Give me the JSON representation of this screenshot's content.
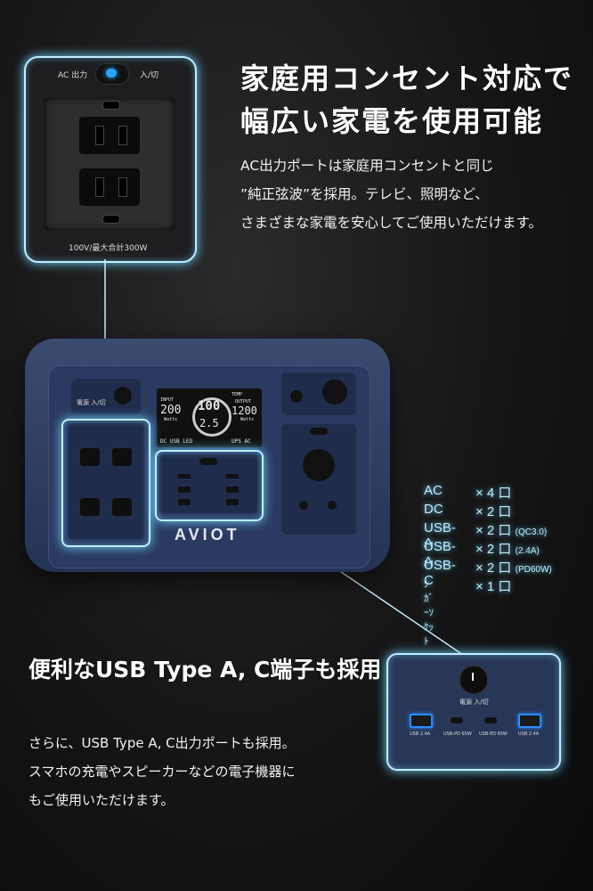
{
  "headline1": {
    "line1": "家庭用コンセント対応で",
    "line2": "幅広い家電を使用可能"
  },
  "description1": {
    "line1": "AC出力ポートは家庭用コンセントと同じ",
    "line2": "”純正弦波”を採用。テレビ、照明など、",
    "line3": "さまざまな家電を安心してご使用いただけます。"
  },
  "ac_panel": {
    "ac_out_label": "AC 出力",
    "on_off_label": "入/切",
    "rating": "100V/最大合計300W"
  },
  "device": {
    "brand": "AVIOT",
    "power_label": "電源 入/切",
    "display": {
      "input_label": "INPUT",
      "input_value": "200",
      "input_unit": "Watts",
      "battery_percent": "100",
      "temp_label": "TEMP",
      "output_label": "OUTPUT",
      "output_value": "1200",
      "output_unit": "Watts",
      "bottom_left": "DC USB LED",
      "bottom_right": "UPS AC",
      "time_value": "2.5"
    }
  },
  "specs": [
    {
      "port": "AC",
      "count": "× 4 口",
      "note": ""
    },
    {
      "port": "DC",
      "count": "× 2 口",
      "note": ""
    },
    {
      "port": "USB-A",
      "count": "× 2 口",
      "note": "(QC3.0)"
    },
    {
      "port": "USB-A",
      "count": "× 2 口",
      "note": "(2.4A)"
    },
    {
      "port": "USB-C",
      "count": "× 2 口",
      "note": "(PD60W)"
    },
    {
      "port": "ｼｶﾞｰｿｹｯﾄ",
      "count": "× 1 口",
      "note": ""
    }
  ],
  "headline2": "便利なUSB Type A, C端子も採用",
  "description2": {
    "line1": "さらに、USB Type A, C出力ポートも採用。",
    "line2": "スマホの充電やスピーカーなどの電子機器に",
    "line3": "もご使用いただけます。"
  },
  "usb_panel": {
    "power_label": "電源 入/切",
    "ports": [
      "USB 2.4A",
      "USB-PD 65W",
      "USB-PD 65W",
      "USB 2.4A"
    ]
  },
  "colors": {
    "glow": "#6fd3ff",
    "device_body": "#2b3a5c"
  }
}
